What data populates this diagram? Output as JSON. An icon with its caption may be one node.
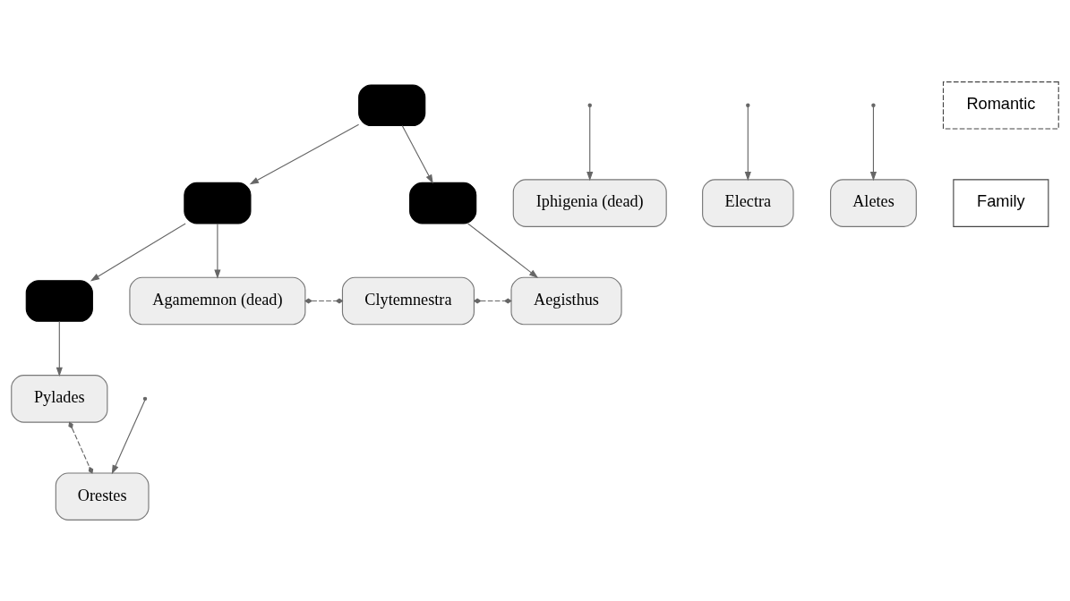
{
  "diagram": {
    "nodes": [
      {
        "text": [],
        "shape": "box"
      },
      {
        "text": [],
        "shape": "box"
      },
      {
        "text": [],
        "shape": "box"
      },
      {
        "text": [],
        "shape": "box"
      },
      {
        "text": [
          "Agamemnon (dead)"
        ]
      },
      {
        "text": [
          "Clytemnestra"
        ]
      },
      {
        "text": [
          "Aegisthus"
        ]
      },
      {
        "text": [
          "Iphigenia (dead)"
        ]
      },
      {
        "text": [
          "Pylades"
        ]
      },
      {
        "text": [
          "Orestes"
        ]
      },
      {
        "text": [
          "Electra"
        ]
      },
      {
        "text": [
          "Aletes"
        ]
      }
    ],
    "edges": [
      {
        "from": 0,
        "to": 1,
        "arrow": "to"
      },
      {
        "from": 0,
        "to": 2,
        "arrow": "to"
      },
      {
        "from": 1,
        "to": 3,
        "arrow": "to"
      },
      {
        "from": 1,
        "to": 4,
        "arrow": "to"
      },
      {
        "from": 2,
        "to": 6,
        "arrow": "to"
      },
      {
        "from": 4,
        "to": 5,
        "arrow": "other",
        "style": "dashed"
      },
      {
        "from": 5,
        "to": 6,
        "arrow": "other",
        "style": "dashed"
      },
      {
        "from": null,
        "to": 9,
        "arrow": "to"
      },
      {
        "from": null,
        "to": 10,
        "arrow": "to"
      },
      {
        "from": null,
        "to": 7,
        "arrow": "to"
      },
      {
        "from": null,
        "to": 11,
        "arrow": "to"
      },
      {
        "from": 3,
        "to": 8,
        "arrow": "to"
      },
      {
        "from": 8,
        "to": 9,
        "arrow": "other",
        "style": "dashed"
      }
    ],
    "legend": [
      {
        "text": "Romantic"
      },
      {
        "text": "Family"
      }
    ]
  }
}
